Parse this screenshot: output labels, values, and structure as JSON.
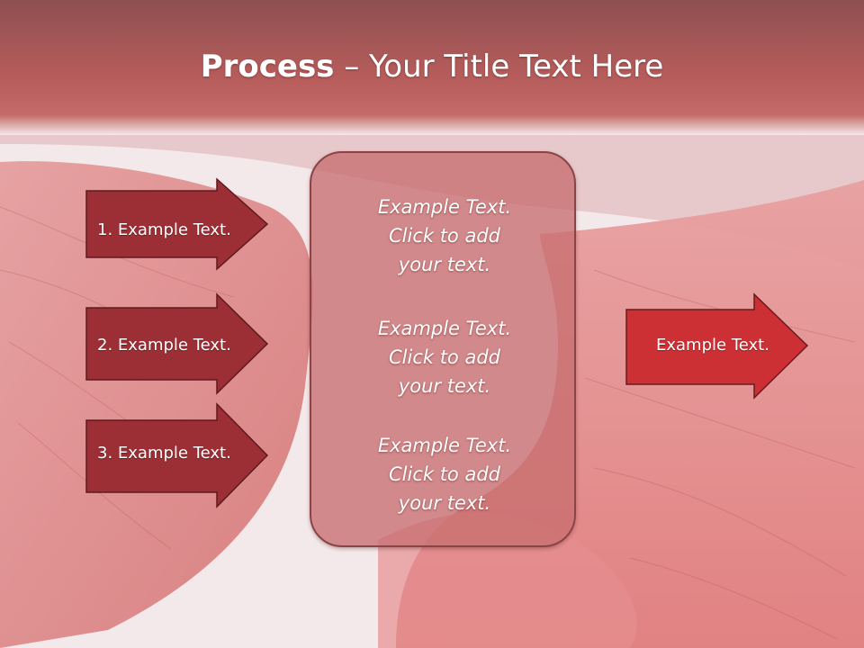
{
  "slide": {
    "title_bold": "Process",
    "title_rest": " – Your Title Text Here"
  },
  "left_arrows": [
    {
      "label": "1. Example Text."
    },
    {
      "label": "2. Example Text."
    },
    {
      "label": "3. Example Text."
    }
  ],
  "center_box": {
    "blocks": [
      {
        "line1": "Example Text.",
        "line2": "Click  to add",
        "line3": "your text."
      },
      {
        "line1": "Example Text.",
        "line2": "Click  to add",
        "line3": "your text."
      },
      {
        "line1": "Example Text.",
        "line2": "Click  to add",
        "line3": "your text."
      }
    ]
  },
  "right_arrow": {
    "label": "Example Text."
  },
  "colors": {
    "left_arrow_fill": "#9b2f35",
    "right_arrow_fill": "#cc3035",
    "center_box_fill": "#cd8384",
    "title_bar": "#b55c5b"
  }
}
